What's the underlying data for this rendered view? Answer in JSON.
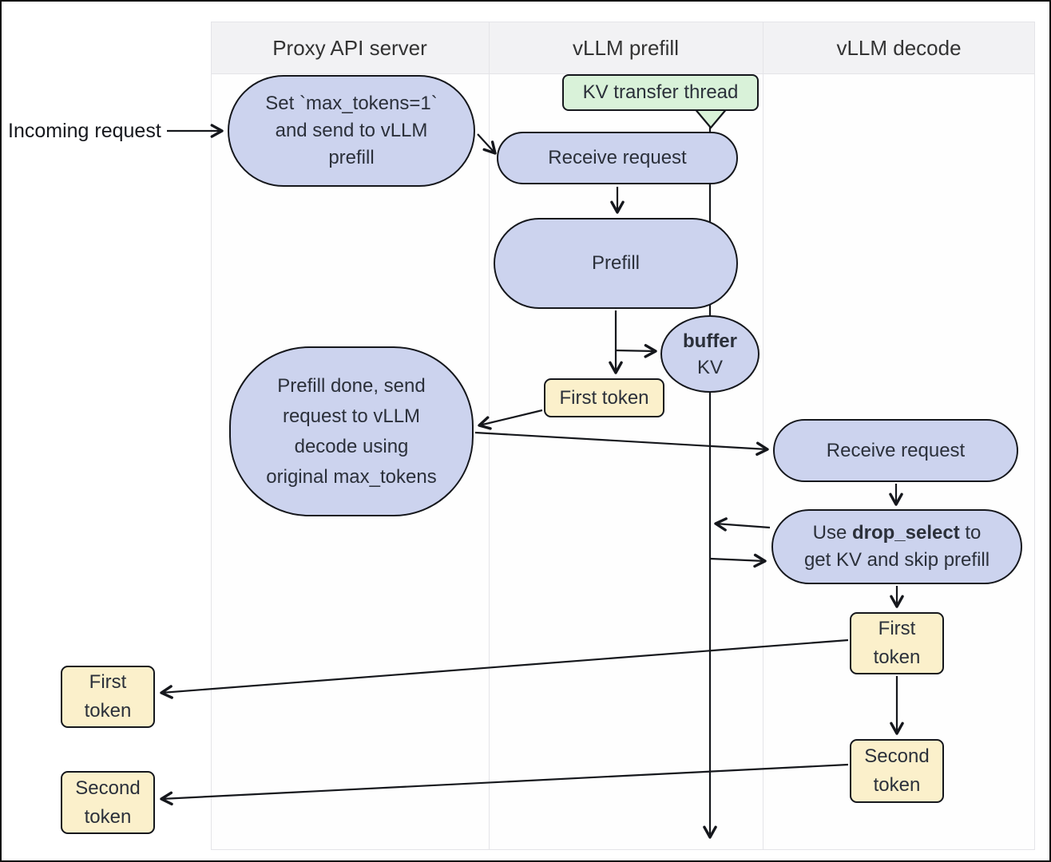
{
  "diagram": {
    "columns": [
      {
        "label": "Proxy API server"
      },
      {
        "label": "vLLM prefill"
      },
      {
        "label": "vLLM decode"
      }
    ],
    "external_label": "Incoming request",
    "nodes": {
      "proxy_set": {
        "lines": [
          "Set `max_tokens=1`",
          "and send to vLLM",
          "prefill"
        ]
      },
      "kv_thread": {
        "label": "KV transfer thread"
      },
      "prefill_receive": {
        "label": "Receive request"
      },
      "prefill": {
        "label": "Prefill"
      },
      "buffer_kv": {
        "bold_line": "buffer",
        "label": "KV"
      },
      "prefill_first_token": {
        "label": "First token"
      },
      "prefill_done": {
        "lines": [
          "Prefill done, send",
          "request to vLLM",
          "decode using",
          "original max_tokens"
        ]
      },
      "decode_receive": {
        "label": "Receive request"
      },
      "drop_select": {
        "line1_pre": "Use ",
        "line1_bold": "drop_select",
        "line1_post": " to",
        "line2": "get KV and skip prefill"
      },
      "decode_first_token": {
        "lines": [
          "First",
          "token"
        ]
      },
      "decode_second_token": {
        "lines": [
          "Second",
          "token"
        ]
      },
      "out_first_token": {
        "lines": [
          "First",
          "token"
        ]
      },
      "out_second_token": {
        "lines": [
          "Second",
          "token"
        ]
      }
    },
    "colors": {
      "process_fill": "#ccd3ee",
      "token_fill": "#fbf0cb",
      "thread_fill": "#d9f2d9",
      "border": "#15171c",
      "header_bg": "#f2f2f4",
      "lane_line": "#e4e4e8"
    }
  }
}
